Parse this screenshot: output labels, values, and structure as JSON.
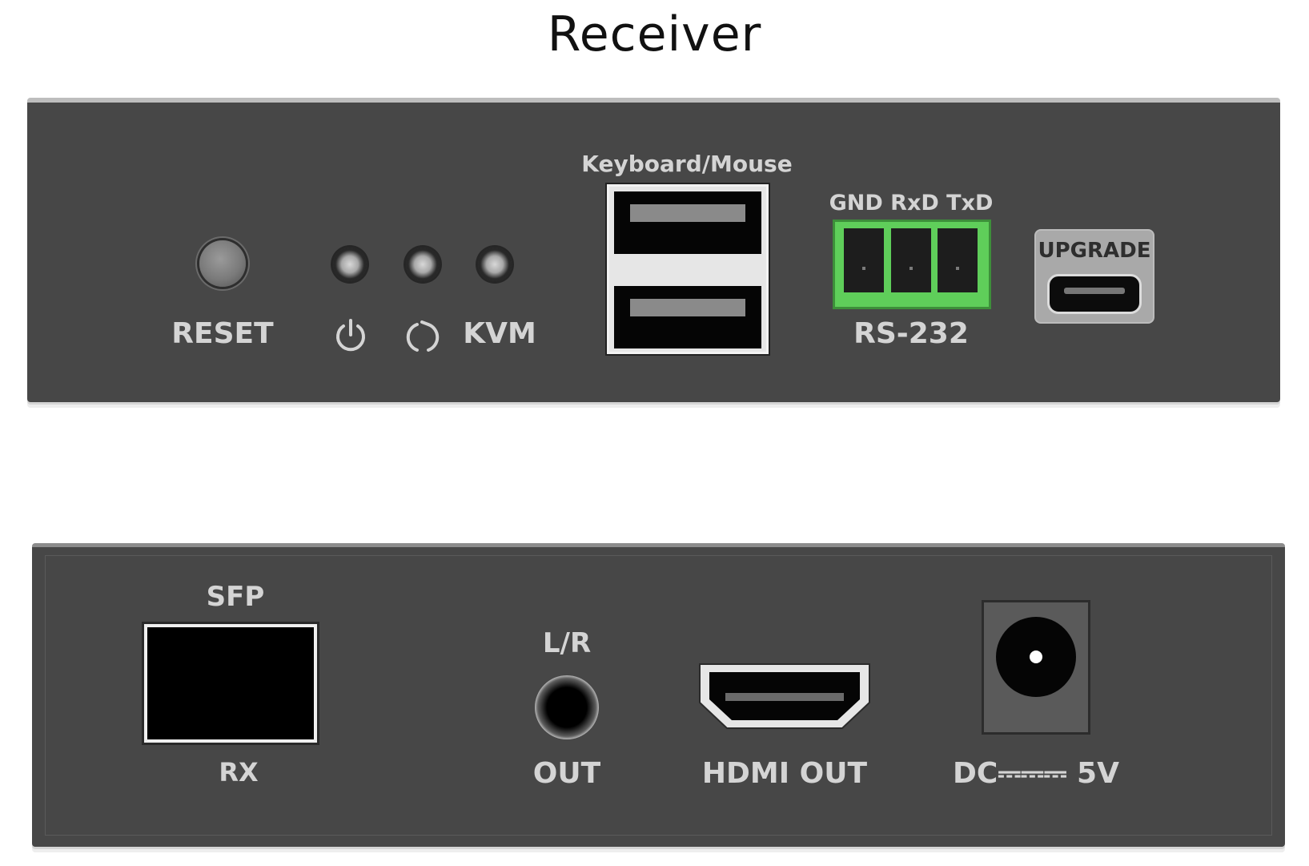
{
  "title": "Receiver",
  "front_panel": {
    "reset_label": "RESET",
    "kvm_label": "KVM",
    "usb_label": "Keyboard/Mouse",
    "rs232_pins_label": "GND RxD TxD",
    "rs232_label": "RS-232",
    "upgrade_label": "UPGRADE",
    "icons": [
      "power-icon",
      "link-icon"
    ]
  },
  "rear_panel": {
    "sfp_label": "SFP",
    "rx_label": "RX",
    "lr_label": "L/R",
    "out_label": "OUT",
    "hdmi_label": "HDMI OUT",
    "dc_label": "DC⎓⎓⎓ 5V"
  }
}
